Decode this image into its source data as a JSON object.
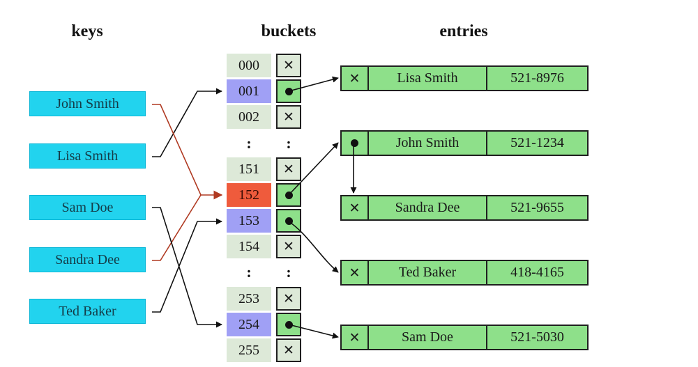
{
  "headings": {
    "keys": "keys",
    "buckets": "buckets",
    "entries": "entries"
  },
  "colors": {
    "key_fill": "#22d3ee",
    "bucket_plain": "#dde9d8",
    "bucket_hit": "#a0a0f5",
    "bucket_collision": "#ef5b3c",
    "slot_null": "#dde9d8",
    "slot_ptr": "#8ee08a",
    "entry_fill": "#8ee08a",
    "hash_line_black": "#111111",
    "hash_line_red": "#b03a22"
  },
  "keys": [
    "John Smith",
    "Lisa Smith",
    "Sam Doe",
    "Sandra Dee",
    "Ted Baker"
  ],
  "buckets": [
    {
      "num": "000",
      "state": "plain",
      "slot": "null"
    },
    {
      "num": "001",
      "state": "hit",
      "slot": "ptr"
    },
    {
      "num": "002",
      "state": "plain",
      "slot": "null"
    },
    {
      "num": "151",
      "state": "plain",
      "slot": "null"
    },
    {
      "num": "152",
      "state": "collision",
      "slot": "ptr"
    },
    {
      "num": "153",
      "state": "hit",
      "slot": "ptr"
    },
    {
      "num": "154",
      "state": "plain",
      "slot": "null"
    },
    {
      "num": "253",
      "state": "plain",
      "slot": "null"
    },
    {
      "num": "254",
      "state": "hit",
      "slot": "ptr"
    },
    {
      "num": "255",
      "state": "plain",
      "slot": "null"
    }
  ],
  "ellipsis": ":",
  "null_symbol": "✕",
  "entries": [
    {
      "pointer": "null",
      "name": "Lisa Smith",
      "phone": "521-8976"
    },
    {
      "pointer": "next",
      "name": "John Smith",
      "phone": "521-1234"
    },
    {
      "pointer": "null",
      "name": "Sandra Dee",
      "phone": "521-9655"
    },
    {
      "pointer": "null",
      "name": "Ted Baker",
      "phone": "418-4165"
    },
    {
      "pointer": "null",
      "name": "Sam Doe",
      "phone": "521-5030"
    }
  ]
}
